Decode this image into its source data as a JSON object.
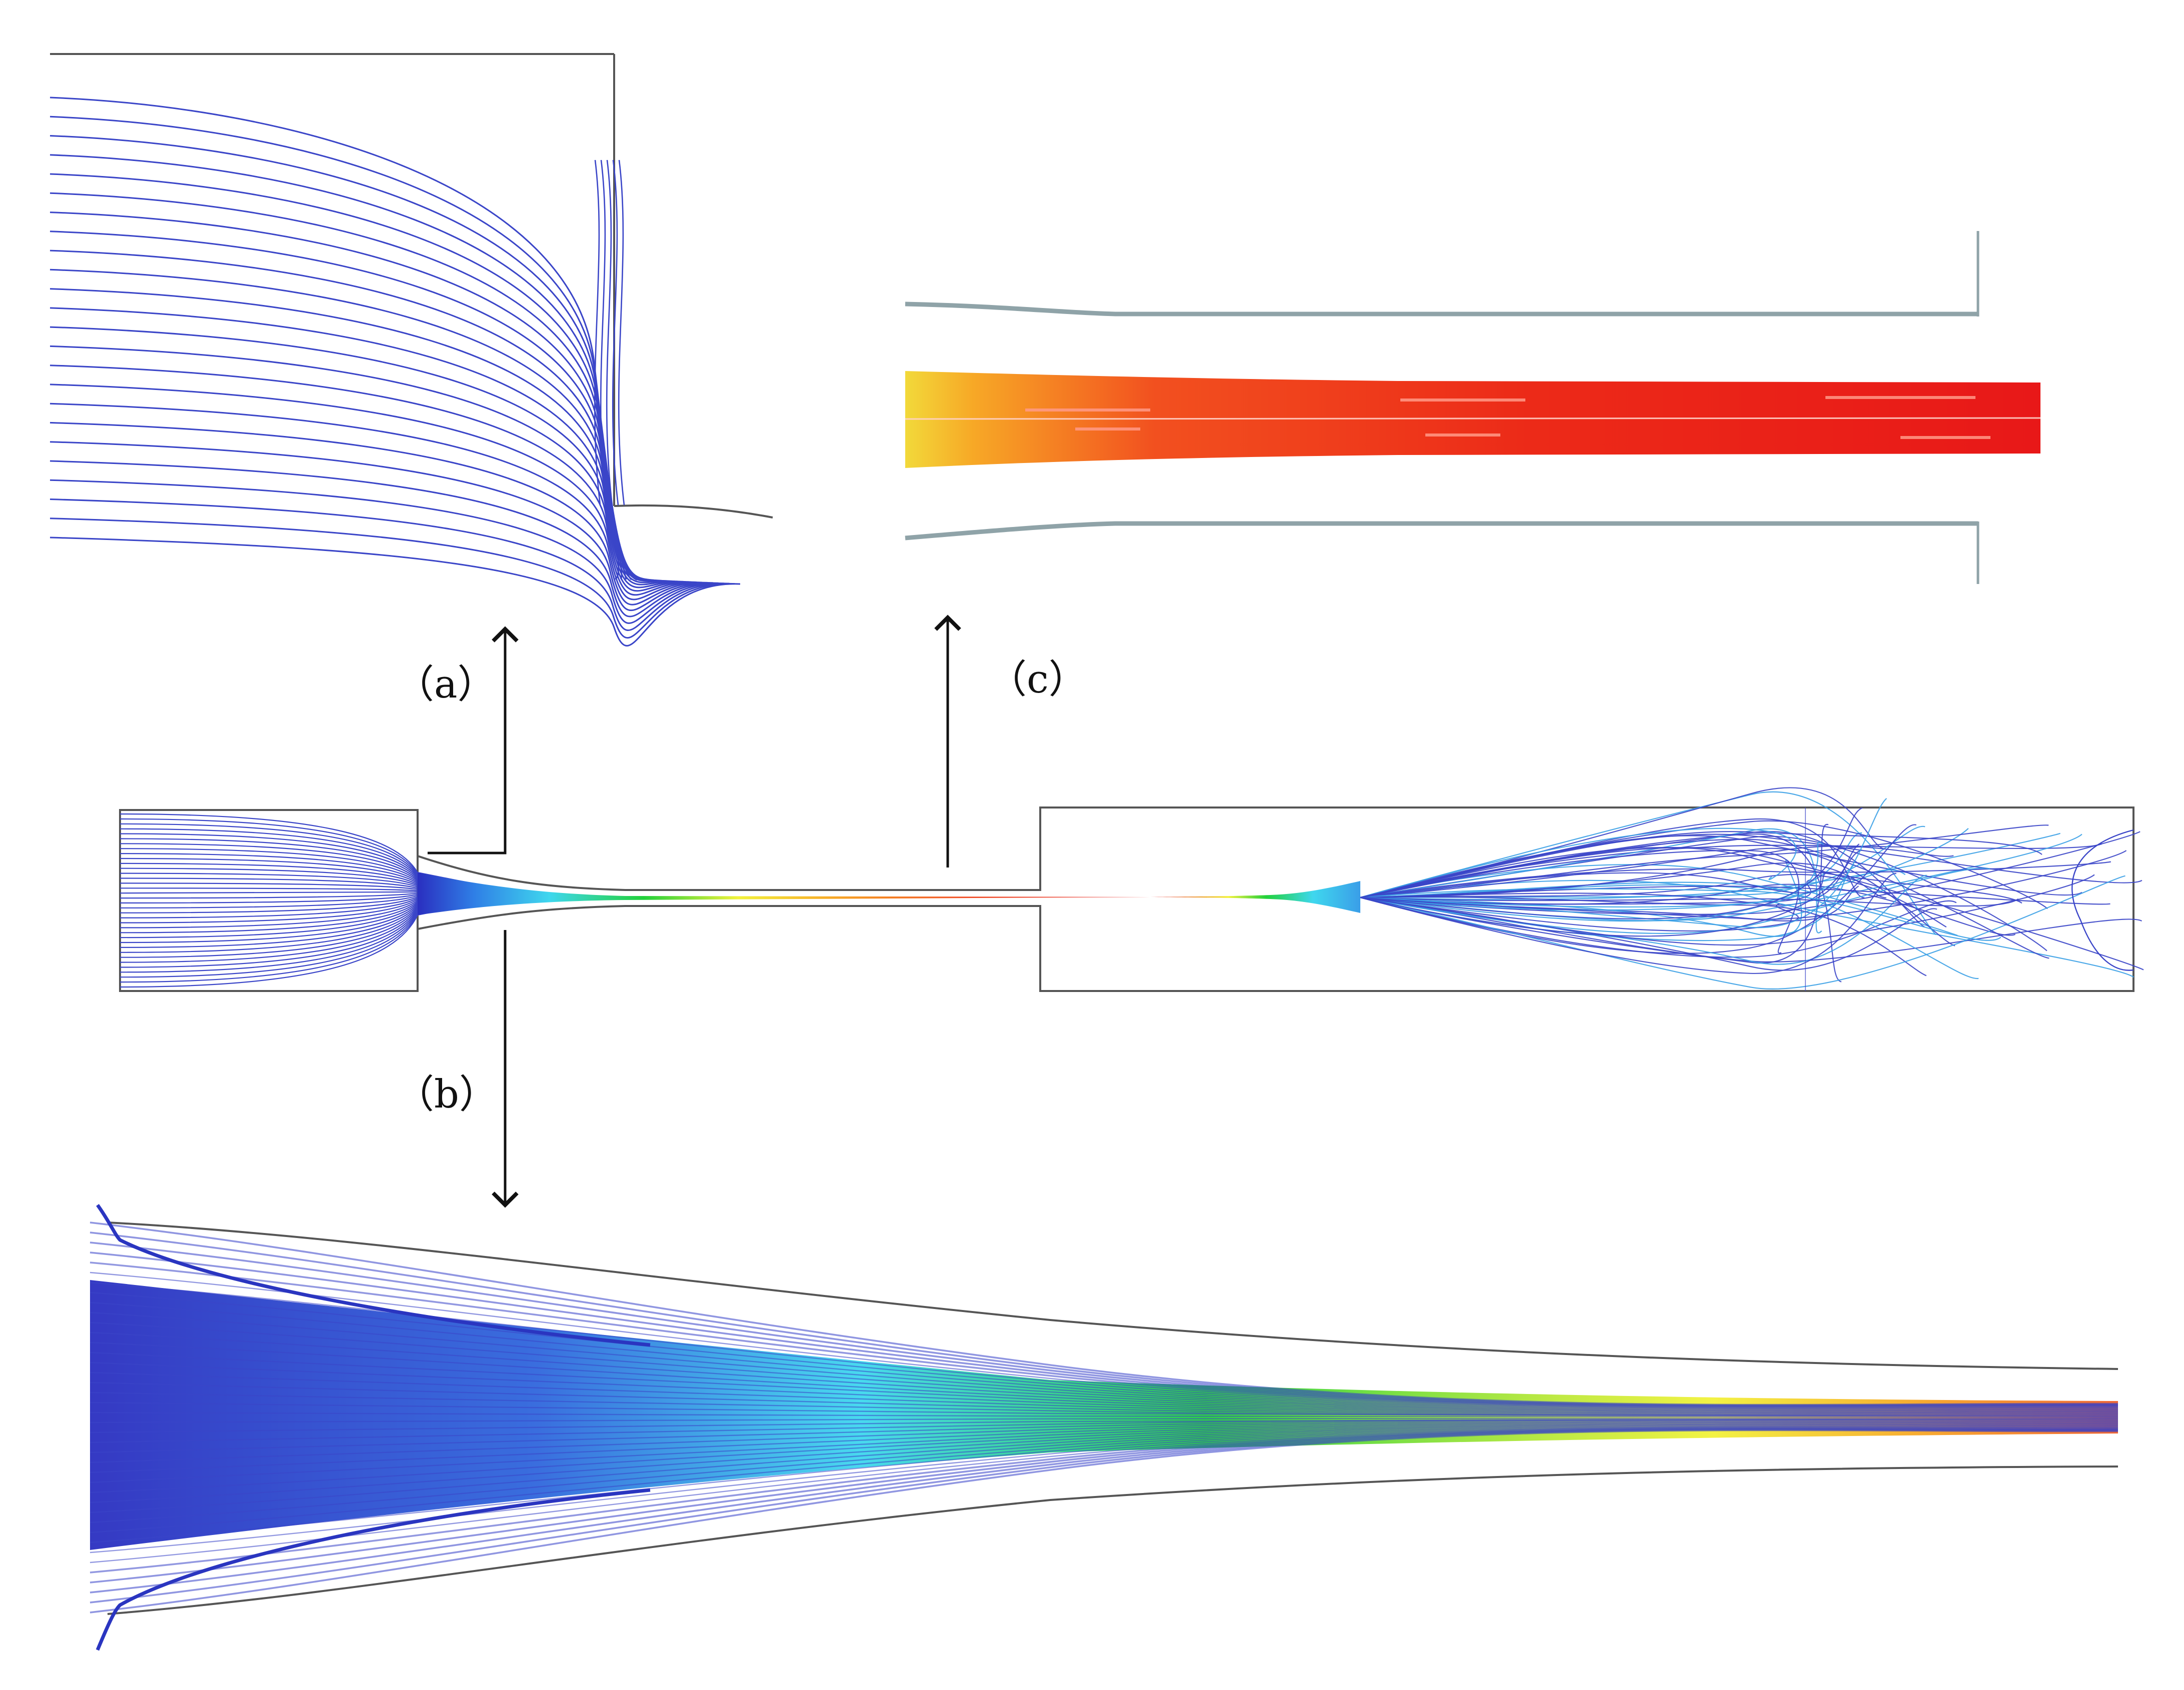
{
  "labels": {
    "a": "（a）",
    "b": "（b）",
    "c": "（c）"
  },
  "colors": {
    "background": "#ffffff",
    "wall": "#555555",
    "inset_wall": "#8fa3a8",
    "arrow": "#111111",
    "streamline": "#3a45c8",
    "colormap": [
      "#2a2fc0",
      "#2f7fe6",
      "#3fd7ee",
      "#22d13a",
      "#f2f23a",
      "#f7a826",
      "#f14b22",
      "#e41515"
    ]
  },
  "views": [
    {
      "id": "a",
      "description_shown": false
    },
    {
      "id": "b",
      "description_shown": false
    },
    {
      "id": "c",
      "description_shown": false
    }
  ]
}
